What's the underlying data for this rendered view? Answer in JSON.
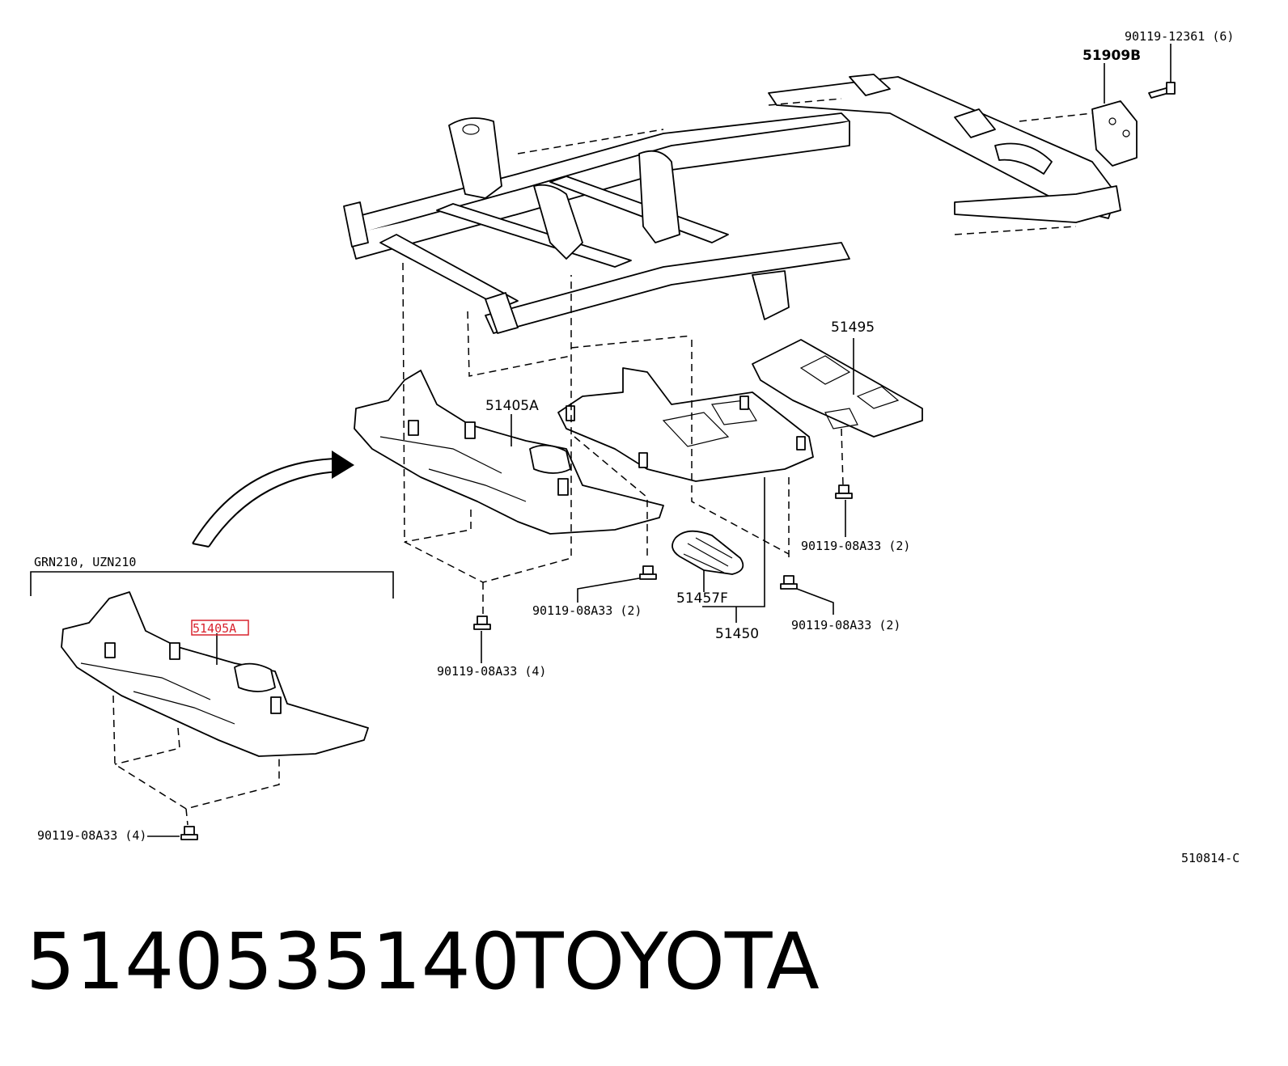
{
  "labels": {
    "bolt_rear_top": "90119-12361 (6)",
    "bracket": "51909B",
    "rear_cover": "51495",
    "front_cover": "51405A",
    "front_cover_inset": "51405A",
    "variant_note": "GRN210, UZN210",
    "bolt_front_center": "90119-08A33 (2)",
    "bolt_front_bottom": "90119-08A33 (4)",
    "bolt_inset": "90119-08A33 (4)",
    "bolt_mid_right": "90119-08A33 (2)",
    "bolt_right_lower": "90119-08A33 (2)",
    "service_hole_cover": "51457F",
    "center_cover_assy": "51450",
    "diagram_code": "510814-C"
  },
  "footer": {
    "part_number": "5140535140",
    "brand": "TOYOTA"
  },
  "colors": {
    "highlight": "#d9232e",
    "ink": "#000000"
  }
}
